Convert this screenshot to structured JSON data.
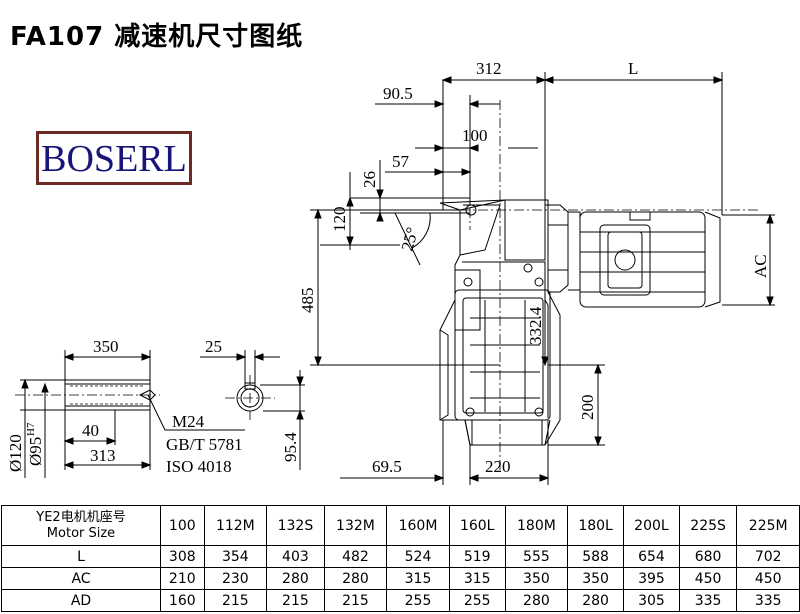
{
  "title": "FA107 减速机尺寸图纸",
  "brand": "BOSERL",
  "dims": {
    "d312": "312",
    "dL": "L",
    "d90_5": "90.5",
    "d100": "100",
    "d57": "57",
    "d26": "26",
    "d120": "120",
    "d25deg": "25°",
    "d485": "485",
    "d332_4": "332.4",
    "dAC": "AC",
    "d200": "200",
    "d69_5": "69.5",
    "d220": "220",
    "d350": "350",
    "d25": "25",
    "d40": "40",
    "d313": "313",
    "d95_4": "95.4",
    "d120dia": "Ø120",
    "d95h7": "Ø95",
    "h7": "H7",
    "m24": "M24",
    "gbt": "GB/T 5781",
    "iso": "ISO 4018"
  },
  "table": {
    "header_label_1": "YE2电机机座号",
    "header_label_2": "Motor Size",
    "sizes": [
      "100",
      "112M",
      "132S",
      "132M",
      "160M",
      "160L",
      "180M",
      "180L",
      "200L",
      "225S",
      "225M"
    ],
    "rows": [
      {
        "label": "L",
        "values": [
          "308",
          "354",
          "403",
          "482",
          "524",
          "519",
          "555",
          "588",
          "654",
          "680",
          "702"
        ]
      },
      {
        "label": "AC",
        "values": [
          "210",
          "230",
          "280",
          "280",
          "315",
          "315",
          "350",
          "350",
          "395",
          "450",
          "450"
        ]
      },
      {
        "label": "AD",
        "values": [
          "160",
          "215",
          "215",
          "215",
          "255",
          "255",
          "280",
          "280",
          "305",
          "335",
          "335"
        ]
      }
    ]
  }
}
